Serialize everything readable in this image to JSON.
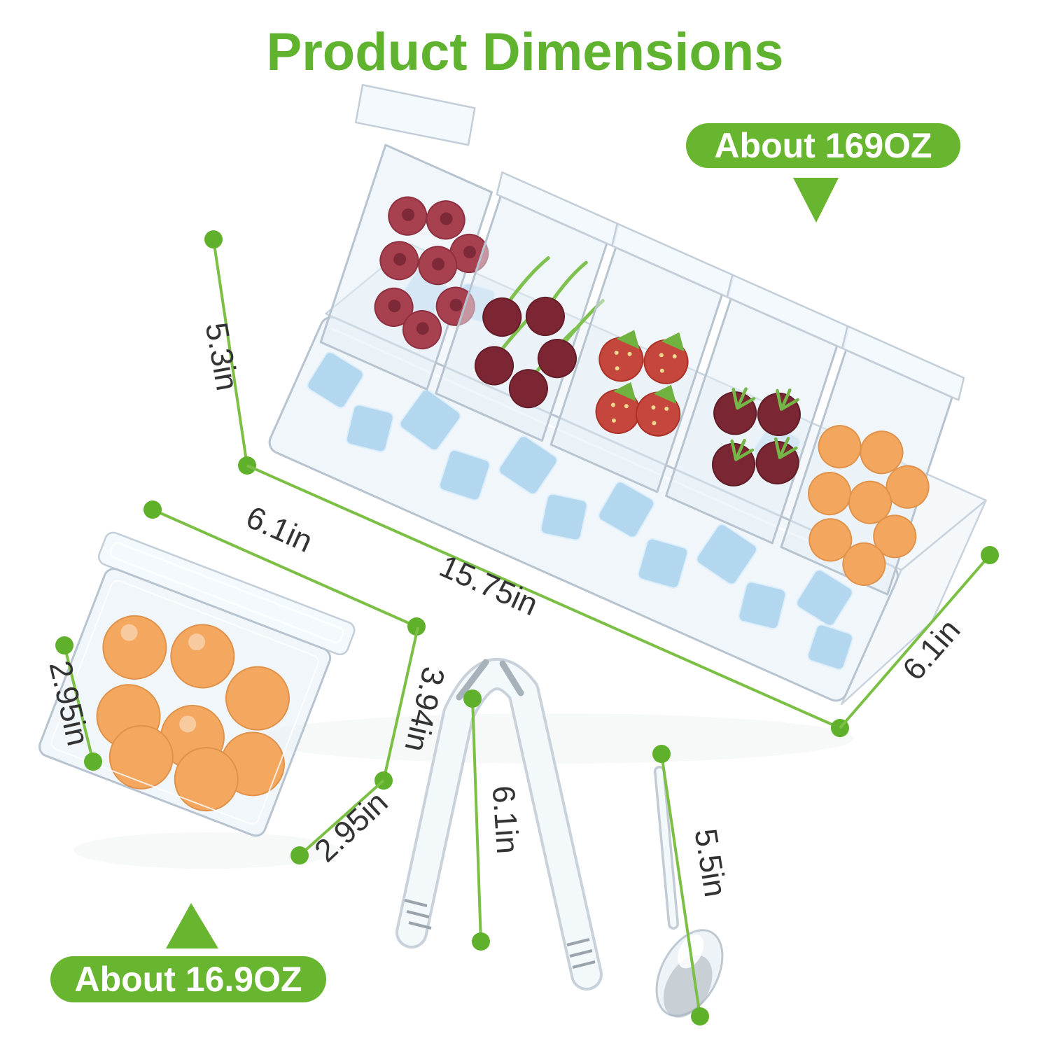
{
  "title": "Product Dimensions",
  "badges": {
    "large_capacity": "About 169OZ",
    "small_capacity": "About 16.9OZ"
  },
  "dimensions": {
    "large_height": "5.3in",
    "small_length": "6.1in",
    "large_length": "15.75in",
    "large_depth": "6.1in",
    "small_depth": "2.95in",
    "small_height": "3.94in",
    "small_width": "2.95in",
    "tongs_length": "6.1in",
    "spoon_length": "5.5in"
  },
  "colors": {
    "title_green": "#5fb32f",
    "badge_green": "#68b52f",
    "line_green": "#7cbf45",
    "dot_green": "#5fb02a",
    "label_text": "#333333",
    "badge_text": "#ffffff",
    "ice_blue": "#b4d7f0",
    "orange_fruit": "#f3a75e",
    "berry_red": "#a8414f"
  }
}
